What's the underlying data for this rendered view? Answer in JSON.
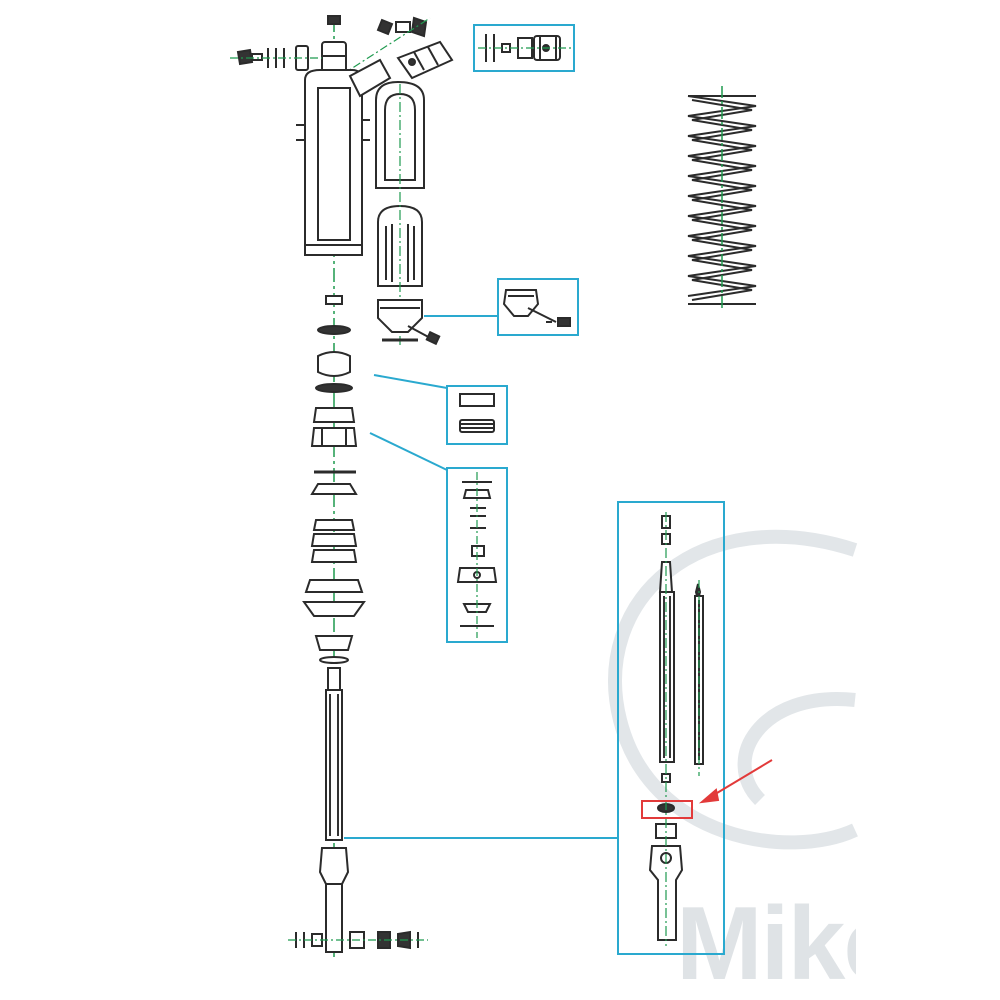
{
  "watermark": {
    "text": "Mike",
    "color": "#dfe3e6"
  },
  "colors": {
    "line": "#2b2b2b",
    "centerline": "#1f9a4f",
    "callout": "#2aa9cf",
    "highlight": "#e23a3a",
    "fill_dark": "#333333"
  },
  "highlight": {
    "callout_marker": "red-arrow",
    "target_part": "small-washer-on-piston-rod"
  }
}
